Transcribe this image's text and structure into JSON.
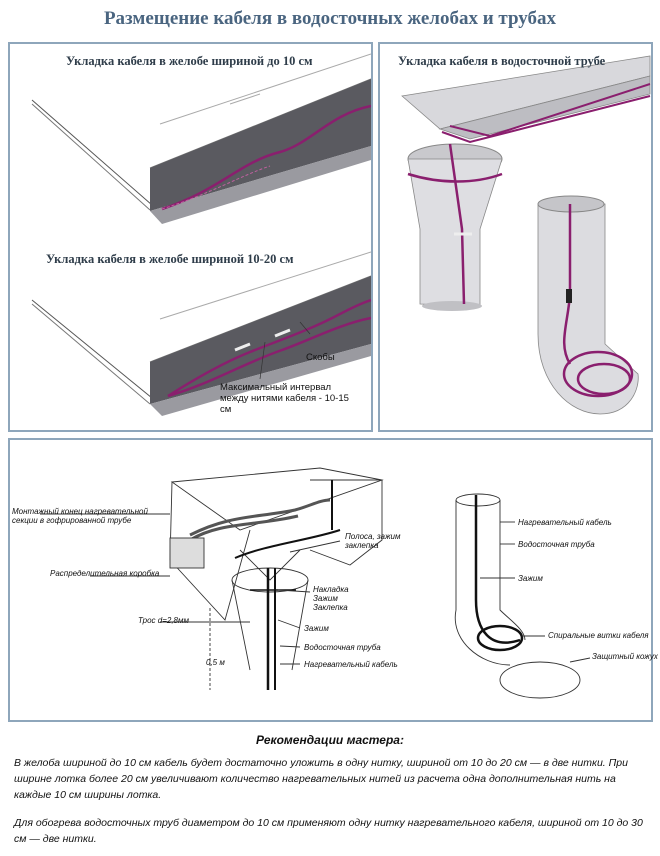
{
  "title": "Размещение кабеля в водосточных желобах и трубах",
  "panels": {
    "gutter_narrow": {
      "caption": "Укладка кабеля в желобе шириной до 10 см"
    },
    "gutter_wide": {
      "caption": "Укладка кабеля в желобе шириной 10-20 см",
      "label_clips": "Скобы",
      "label_interval": "Максимальный интервал между нитями кабеля - 10-15 см"
    },
    "downpipe": {
      "caption": "Укладка кабеля в водосточной трубе"
    },
    "schematic_left": {
      "labels": {
        "mount_end": "Монтажный конец нагревательной секции в гофрированной трубе",
        "junction_box": "Распределительная коробка",
        "cable_rope": "Трос d=2,8мм",
        "height": "0,5 м",
        "strip": "Полоса, зажим заклепка",
        "overlay": "Накладка Зажим Заклепка",
        "clamp": "Зажим",
        "downpipe": "Водосточная труба",
        "heating_cable": "Нагревательный кабель"
      }
    },
    "schematic_right": {
      "labels": {
        "heating_cable": "Нагревательный кабель",
        "downpipe": "Водосточная труба",
        "clamp": "Зажим",
        "spiral_turns": "Спиральные витки кабеля",
        "protective_cover": "Защитный кожух"
      }
    }
  },
  "recommendations": {
    "title": "Рекомендации мастера:",
    "paragraph1": "В желоба шириной до 10 см кабель будет достаточно уложить в одну нитку, шириной от 10 до 20 см — в две нитки. При ширине лотка более 20 см увеличивают количество нагревательных нитей из расчета одна дополнительная нить на каждые 10 см ширины лотка.",
    "paragraph2": "Для обогрева водосточных труб диаметром до 10 см применяют одну нитку нагревательного кабеля, шириной от 10 до 30 см — две нитки."
  },
  "colors": {
    "frame": "#8ea6bb",
    "cable": "#8a1f6e",
    "gutter_dark": "#505055",
    "title": "#4a6580"
  }
}
